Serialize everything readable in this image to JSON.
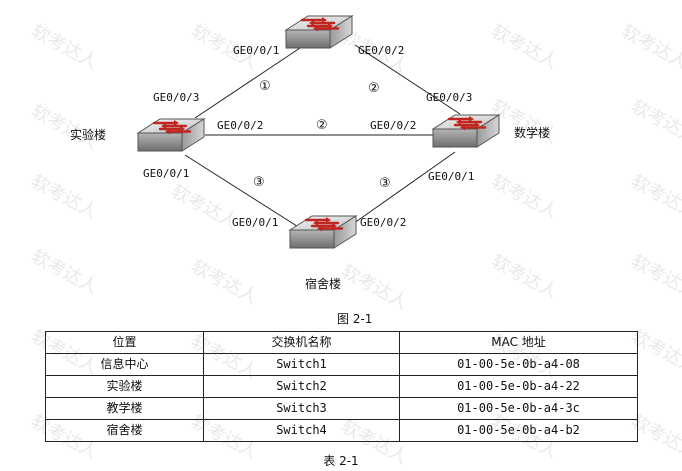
{
  "watermark": "软考达人",
  "figure": {
    "caption": "图 2-1",
    "switches": [
      {
        "id": "top",
        "label": ""
      },
      {
        "id": "left",
        "label": "实验楼"
      },
      {
        "id": "right",
        "label": "数学楼"
      },
      {
        "id": "bottom",
        "label": "宿舍楼"
      }
    ],
    "ports": {
      "top_left": "GE0/0/1",
      "top_right": "GE0/0/2",
      "left_top": "GE0/0/3",
      "left_right": "GE0/0/2",
      "left_bottom": "GE0/0/1",
      "right_top": "GE0/0/3",
      "right_left": "GE0/0/2",
      "right_bottom": "GE0/0/1",
      "bottom_left": "GE0/0/1",
      "bottom_right": "GE0/0/2"
    },
    "link_marks": {
      "top_left": "①",
      "top_right": "②",
      "middle": "②",
      "left_bottom": "③",
      "right_bottom": "③"
    }
  },
  "table": {
    "caption": "表 2-1",
    "headers": [
      "位置",
      "交换机名称",
      "MAC 地址"
    ],
    "rows": [
      [
        "信息中心",
        "Switch1",
        "01-00-5e-0b-a4-08"
      ],
      [
        "实验楼",
        "Switch2",
        "01-00-5e-0b-a4-22"
      ],
      [
        "教学楼",
        "Switch3",
        "01-00-5e-0b-a4-3c"
      ],
      [
        "宿舍楼",
        "Switch4",
        "01-00-5e-0b-a4-b2"
      ]
    ]
  }
}
